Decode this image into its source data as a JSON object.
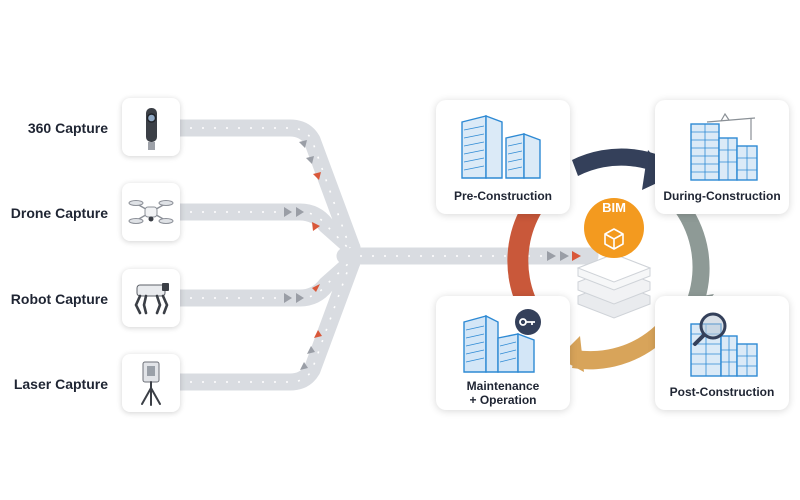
{
  "captures": [
    {
      "label": "360 Capture",
      "icon": "360-camera-icon"
    },
    {
      "label": "Drone Capture",
      "icon": "drone-icon"
    },
    {
      "label": "Robot Capture",
      "icon": "robot-dog-icon"
    },
    {
      "label": "Laser Capture",
      "icon": "laser-scanner-icon"
    }
  ],
  "hub": {
    "label": "BIM",
    "icon": "cube-icon"
  },
  "phases": [
    {
      "label": "Pre-Construction",
      "icon": "building-outline-icon"
    },
    {
      "label": "During-Construction",
      "icon": "building-crane-icon"
    },
    {
      "label": "Maintenance",
      "label2": "+ Operation",
      "icon": "building-key-icon"
    },
    {
      "label": "Post-Construction",
      "icon": "building-magnifier-icon"
    }
  ],
  "colors": {
    "road": "#d9dce1",
    "road_dash": "#ffffff",
    "arrow_gray": "#9a9ea6",
    "arrow_red": "#d9583a",
    "cycle_navy": "#34405a",
    "cycle_gray": "#8e9a96",
    "cycle_gold": "#d8a45a",
    "cycle_red": "#c9583a",
    "bim_orange": "#f39a1f",
    "building_blue": "#2e8ad4"
  }
}
